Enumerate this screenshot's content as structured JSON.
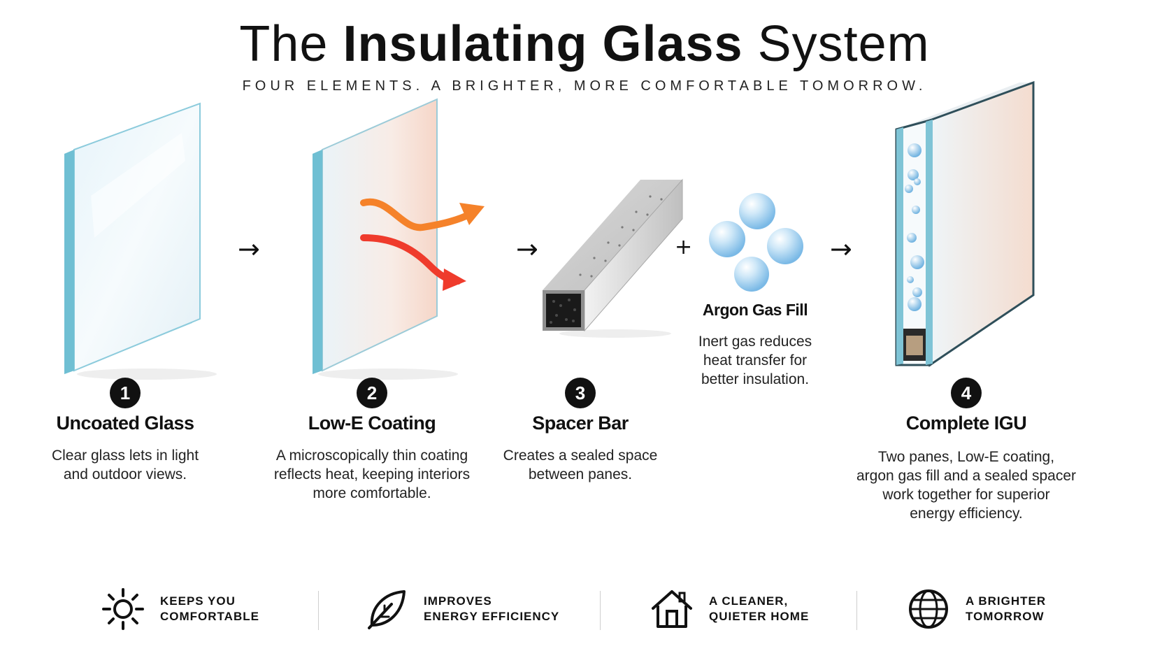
{
  "header": {
    "title_prefix": "The",
    "title_bold": "Insulating Glass",
    "title_suffix": "System",
    "subtitle": "FOUR ELEMENTS. A BRIGHTER, MORE COMFORTABLE TOMORROW."
  },
  "connectors": {
    "arrow": "→",
    "plus": "+"
  },
  "steps": [
    {
      "number": "1",
      "title": "Uncoated Glass",
      "lines": [
        "Clear glass lets in light",
        "and outdoor views."
      ]
    },
    {
      "number": "2",
      "title": "Low-E Coating",
      "lines": [
        "A microscopically thin coating",
        "reflects heat, keeping interiors",
        "more comfortable."
      ]
    },
    {
      "number": "3",
      "title": "Spacer Bar",
      "lines": [
        "Creates a sealed space",
        "between panes."
      ]
    },
    {
      "number": "4",
      "title": "Complete IGU",
      "lines": [
        "Two panes, Low-E coating,",
        "argon gas fill and a sealed spacer",
        "work together for superior",
        "energy efficiency."
      ]
    }
  ],
  "argon": {
    "title": "Argon Gas Fill",
    "lines": [
      "Inert gas reduces",
      "heat transfer for",
      "better insulation."
    ]
  },
  "footer": [
    {
      "icon": "sun-icon",
      "label": "KEEPS YOU\nCOMFORTABLE"
    },
    {
      "icon": "leaf-icon",
      "label": "IMPROVES\nENERGY EFFICIENCY"
    },
    {
      "icon": "house-icon",
      "label": "A CLEANER,\nQUIETER HOME"
    },
    {
      "icon": "globe-icon",
      "label": "A BRIGHTER\nTOMORROW"
    }
  ],
  "colors": {
    "glass_edge": "#7fc4d6",
    "heat_orange": "#f5822a",
    "heat_red": "#ef3b2c",
    "argon_blue": "#8cc8ee",
    "text": "#111111"
  }
}
